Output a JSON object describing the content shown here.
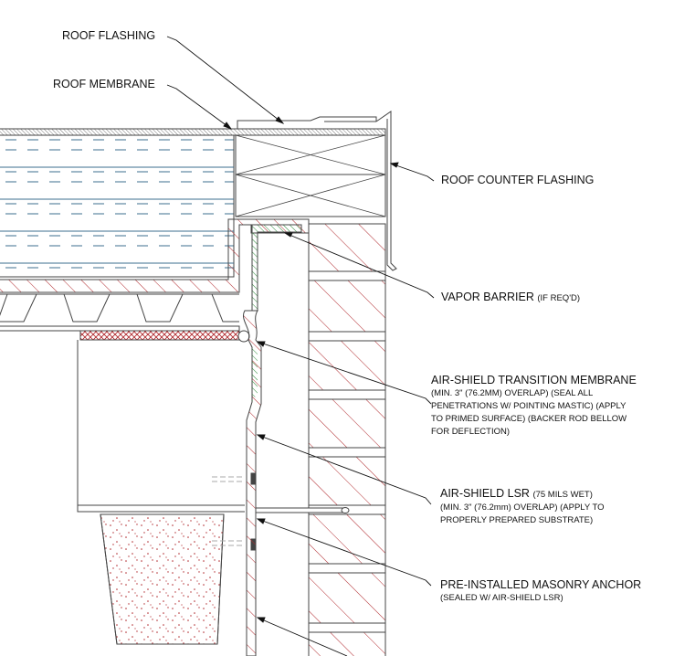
{
  "labels": {
    "roof_flashing": "ROOF FLASHING",
    "roof_membrane": "ROOF MEMBRANE",
    "roof_counter_flashing": "ROOF COUNTER FLASHING",
    "vapor_barrier": "VAPOR BARRIER",
    "vapor_barrier_note": "(IF REQ'D)",
    "transition_membrane": "AIR-SHIELD TRANSITION MEMBRANE",
    "transition_membrane_notes": [
      "(MIN. 3\" (76.2MM) OVERLAP) (SEAL ALL",
      "PENETRATIONS W/ POINTING MASTIC) (APPLY",
      "TO PRIMED SURFACE) (BACKER ROD BELLOW",
      "FOR DEFLECTION)"
    ],
    "lsr": "AIR-SHIELD LSR",
    "lsr_note_inline": "(75 MILS WET)",
    "lsr_notes": [
      "(MIN. 3\" (76.2mm) OVERLAP) (APPLY TO",
      "PROPERLY PREPARED SUBSTRATE)"
    ],
    "anchor": "PRE-INSTALLED MASONRY ANCHOR",
    "anchor_note": "(SEALED W/ AIR-SHIELD LSR)"
  },
  "colors": {
    "line": "#444444",
    "hatch_red": "#b0282c",
    "hatch_green": "#2e8b3a",
    "insulation_blue": "#3d6f8f"
  }
}
